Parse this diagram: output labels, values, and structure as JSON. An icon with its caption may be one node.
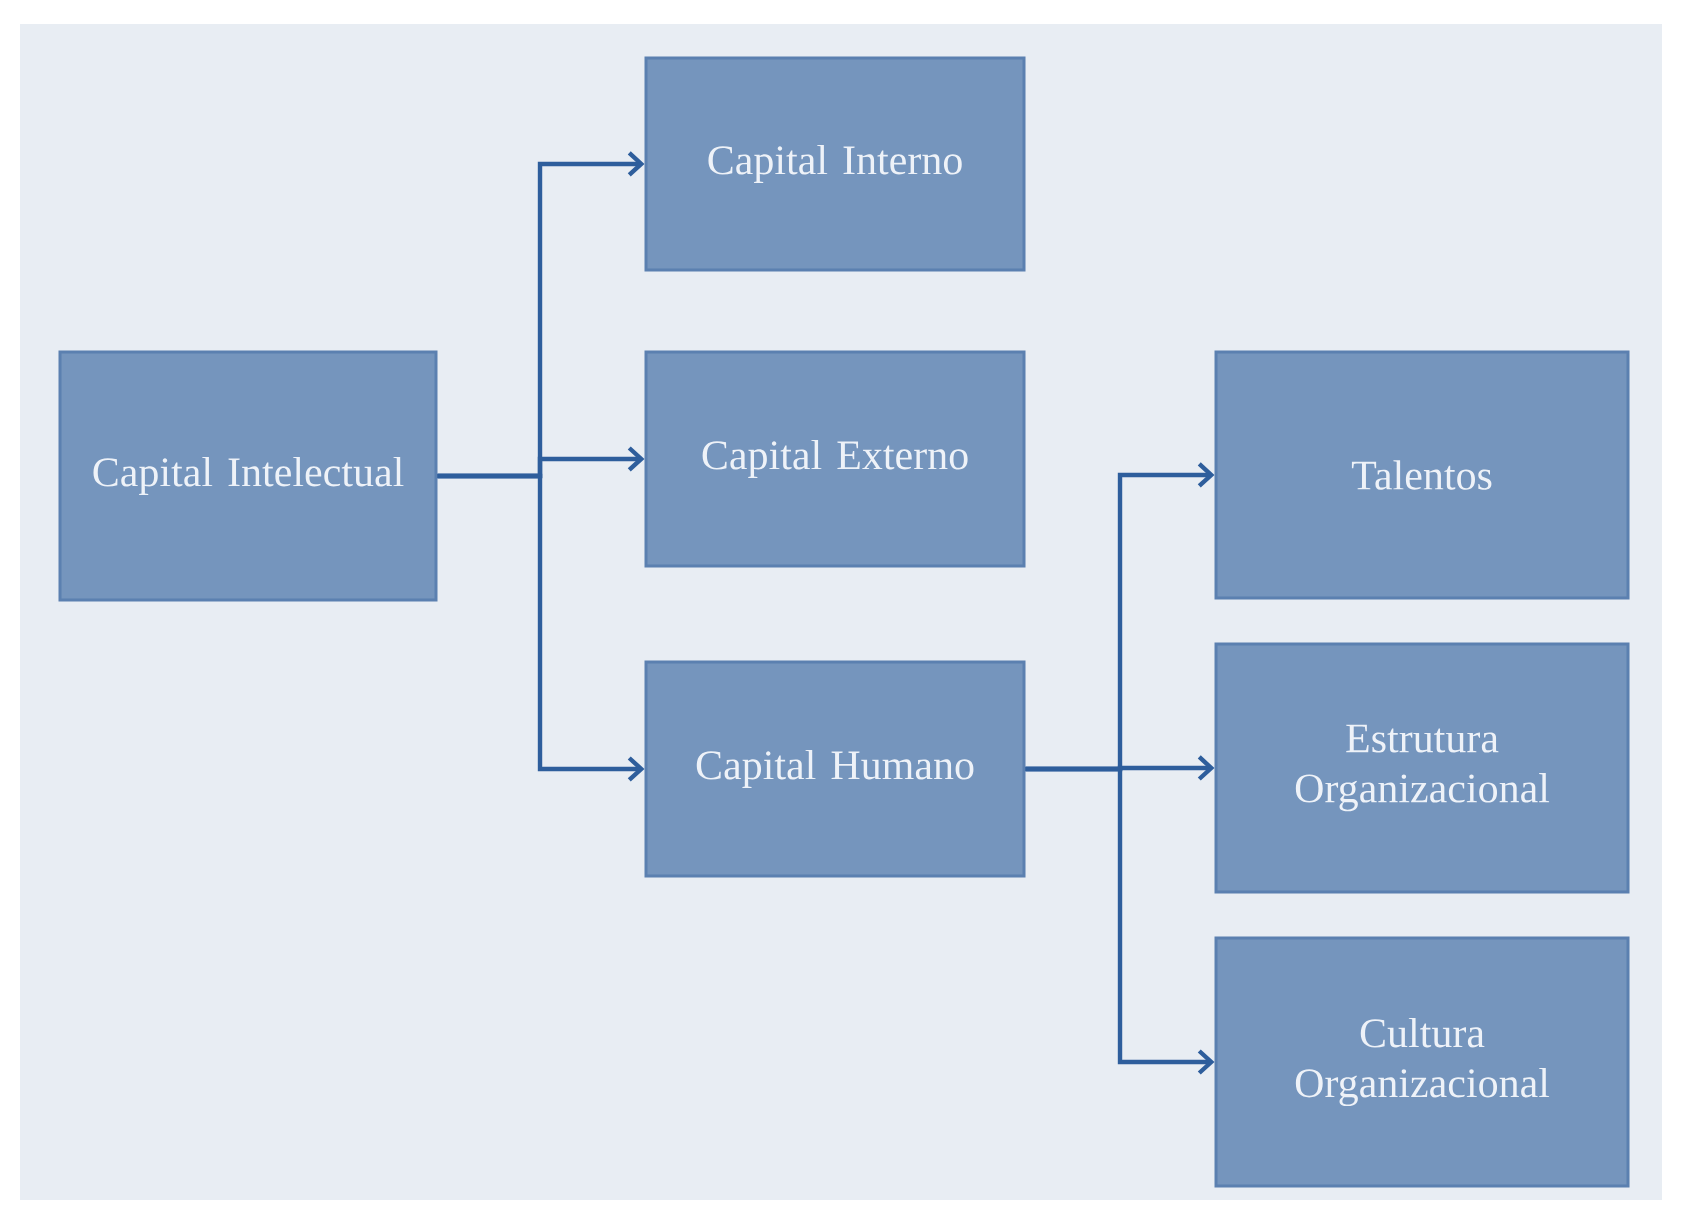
{
  "diagram": {
    "nodes": [
      {
        "text": [
          "Capital Intelectual"
        ]
      },
      {
        "text": [
          "Capital Interno"
        ]
      },
      {
        "text": [
          "Capital Externo"
        ]
      },
      {
        "text": [
          "Capital Humano"
        ]
      },
      {
        "text": [
          "Talentos"
        ]
      },
      {
        "text": [
          "Estrutura Organizacional"
        ]
      },
      {
        "text": [
          "Cultura Organizacional"
        ]
      }
    ],
    "edges": [
      {
        "from": 0,
        "to": 1,
        "arrow": "to"
      },
      {
        "from": 0,
        "to": 2,
        "arrow": "to"
      },
      {
        "from": 0,
        "to": 3,
        "arrow": "to"
      },
      {
        "from": 3,
        "to": 4,
        "arrow": "to"
      },
      {
        "from": 3,
        "to": 5,
        "arrow": "to"
      },
      {
        "from": 3,
        "to": 6,
        "arrow": "to"
      }
    ]
  }
}
